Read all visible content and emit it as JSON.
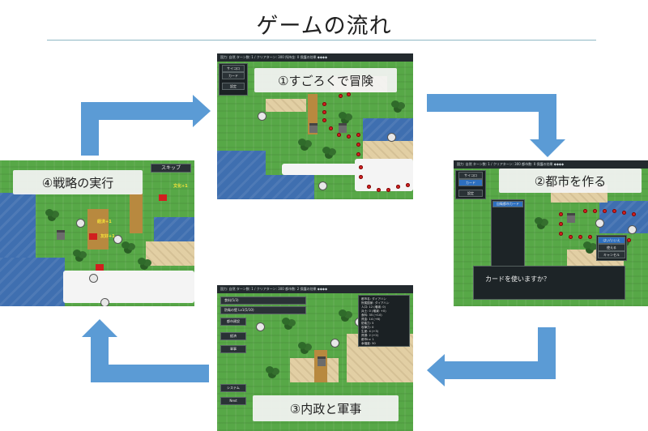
{
  "title": "ゲームの流れ",
  "steps": [
    {
      "label": "①すごろくで冒険"
    },
    {
      "label": "②都市を作る"
    },
    {
      "label": "③内政と軍事"
    },
    {
      "label": "④戦略の実行"
    }
  ],
  "screen1": {
    "topbar": "国力: 自然     ターン数: 1 / クリアターン: 300        所持金: 0                     保護の効果 ◆◆◆◆",
    "menu": [
      "サイコロ",
      "カード",
      "設定"
    ]
  },
  "screen2": {
    "topbar": "国力: 自然       ターン数: 1 / クリアターン: 300          都市数: 0                 保護の効果 ◆◆◆◆",
    "menu": [
      "サイコロ",
      "カード",
      "設定"
    ],
    "card_label": "自衛都市カード",
    "dialog": "カードを使いますか？",
    "options": [
      "はい/いいえ",
      "使える",
      "キャンセル"
    ]
  },
  "screen3": {
    "topbar": "国力: 自然       ターン数: 1 / クリアターン: 300          都市数: 2                 保護の効果 ◆◆◆◆",
    "bars": [
      "食料(5/3)",
      "防衛の壁 Lv1(5/10)"
    ],
    "buttons": [
      "都市建設",
      "経済",
      "軍事",
      "システム",
      "Next"
    ],
    "info": [
      "都市名: ダイアハン",
      "所属国家: ダイアハン",
      "人口: 12 (増減: 0)",
      "兵士: 0 (増減: +0)",
      "食料: 35 (+10)",
      "資金: 14 (+6)",
      "防衛力: 5",
      "攻撃力: 0",
      "生産: 4 (+3)",
      "資源: 2 (+2)",
      "都市Lv: 1",
      "幸福度: 50"
    ]
  },
  "screen4": {
    "skip": "スキップ",
    "badges": [
      "文化+1",
      "経済+1",
      "友好+1"
    ]
  },
  "colors": {
    "arrow": "#5b9bd5",
    "rule": "#8fb8c4",
    "water": "#3f6fb0",
    "grass": "#57a847",
    "road": "#d42020"
  }
}
